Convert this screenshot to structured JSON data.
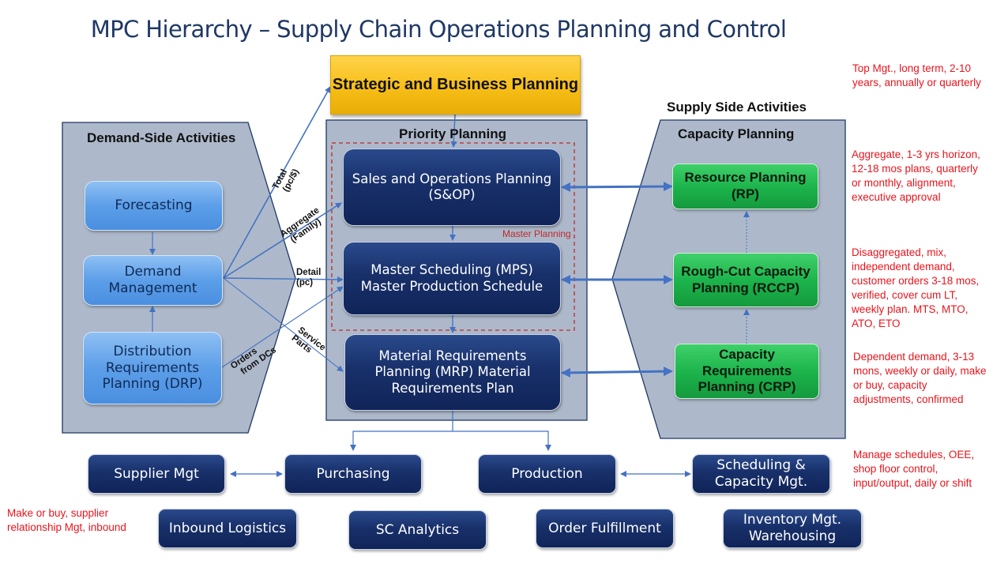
{
  "title": "MPC Hierarchy – Supply Chain Operations Planning and Control",
  "strategic": "Strategic and Business Planning",
  "demand_side": {
    "header": "Demand-Side Activities",
    "boxes": [
      "Forecasting",
      "Demand Management",
      "Distribution Requirements Planning (DRP)"
    ]
  },
  "priority": {
    "header": "Priority Planning",
    "master_planning_label": "Master Planning",
    "boxes": [
      "Sales and Operations Planning (S&OP)",
      "Master Scheduling (MPS) Master Production Schedule",
      "Material Requirements Planning (MRP) Material Requirements Plan"
    ]
  },
  "supply_side": {
    "header": "Supply Side Activities",
    "sub_header": "Capacity Planning",
    "boxes": [
      "Resource Planning (RP)",
      "Rough-Cut Capacity Planning (RCCP)",
      "Capacity Requirements Planning (CRP)"
    ]
  },
  "flow_labels": {
    "total": "Total",
    "total_sub": "(pc/$)",
    "aggregate": "Aggregate",
    "aggregate_sub": "(Family)",
    "detail": "Detail",
    "detail_sub": "(pc)",
    "orders": "Orders",
    "orders_sub": "from DCs",
    "service": "Service",
    "service_sub": "Parts"
  },
  "execution": {
    "row1": [
      "Supplier Mgt",
      "Purchasing",
      "Production",
      "Scheduling & Capacity Mgt."
    ],
    "row2": [
      "Inbound Logistics",
      "SC Analytics",
      "Order Fulfillment",
      "Inventory Mgt. Warehousing"
    ]
  },
  "notes": {
    "strategic": "Top Mgt., long term, 2-10 years, annually or quarterly",
    "sop": "Aggregate, 1-3 yrs horizon, 12-18 mos plans, quarterly or monthly, alignment, executive approval",
    "mps": "Disaggregated, mix, independent demand, customer orders 3-18 mos, verified, cover cum LT, weekly plan. MTS, MTO, ATO, ETO",
    "mrp": "Dependent demand, 3-13 mons, weekly or daily, make or buy, capacity adjustments, confirmed",
    "scheduling": "Manage schedules, OEE, shop floor control, input/output, daily or shift",
    "supplier": "Make or buy, supplier relationship Mgt, inbound"
  },
  "colors": {
    "title": "#1f3864",
    "navy_box": "#18306a",
    "light_blue_box": "#5c9ee8",
    "green_box": "#1bb24a",
    "yellow_box": "#f7be17",
    "panel": "#adb9ca",
    "arrow": "#4472c4",
    "note_red": "#e8141c"
  }
}
